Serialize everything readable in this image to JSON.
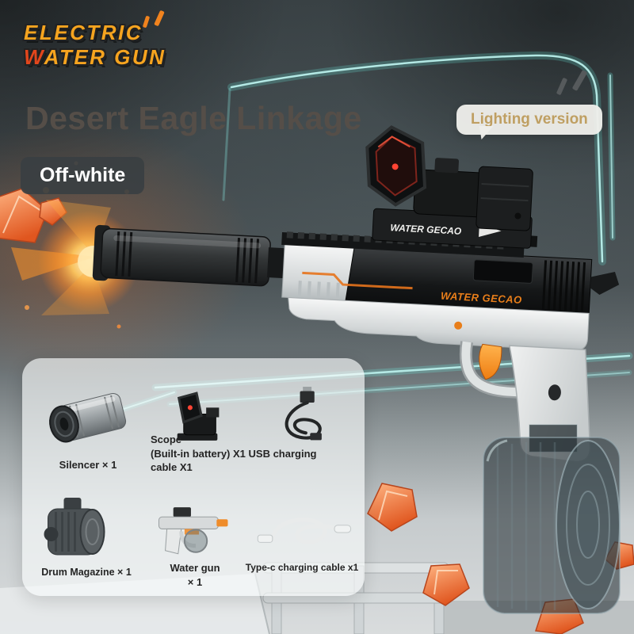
{
  "brand": {
    "line1": "ELECTRIC",
    "line2_first": "W",
    "line2_rest": "ATER GUN"
  },
  "title": "Desert Eagle Linkage",
  "badge": {
    "label": "Off-white"
  },
  "bubble": {
    "label": "Lighting version"
  },
  "gun": {
    "scope_marking": "WATER GECAO",
    "slide_marking": "WATER GECAO"
  },
  "panel": {
    "silencer_label": "Silencer × 1",
    "scope_label": "Scope",
    "scope_detail_line1": "(Built-in battery) X1 USB charging",
    "scope_detail_line2": "cable X1",
    "drum_label": "Drum Magazine × 1",
    "watergun_line1": "Water gun",
    "watergun_line2": "× 1",
    "typec_label": "Type-c charging cable x1"
  },
  "colors": {
    "brand_orange": "#f6a41f",
    "brand_red": "#e2461c",
    "title_brown": "#554e48",
    "bubble_text": "#bf9f62",
    "teal_glow": "#7df0e6",
    "accent_orange": "#ee7d12"
  },
  "decorations": [
    "muzzle-flash",
    "crystal",
    "glow-frame",
    "accent-marks",
    "speech-bubble",
    "floor-grate"
  ]
}
